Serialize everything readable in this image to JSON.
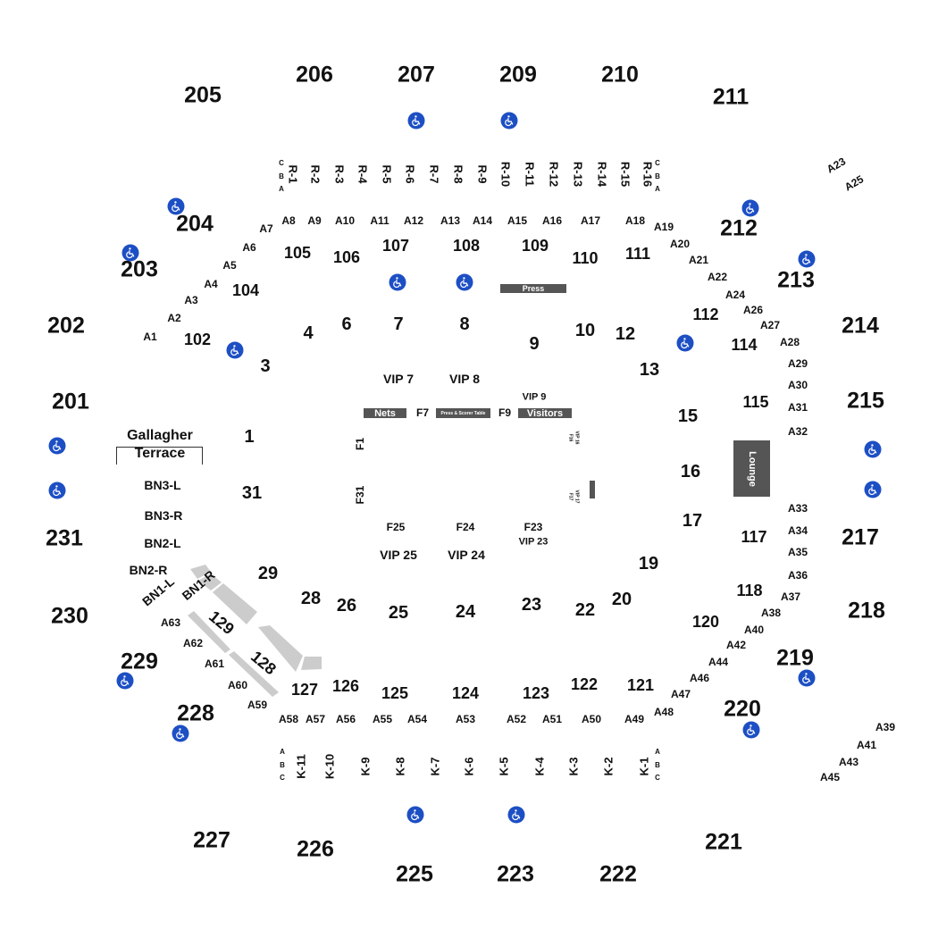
{
  "upper_sections": [
    "205",
    "206",
    "207",
    "209",
    "210",
    "211",
    "204",
    "212",
    "203",
    "213",
    "202",
    "214",
    "201",
    "215",
    "231",
    "217",
    "230",
    "218",
    "229",
    "219",
    "228",
    "220",
    "227",
    "226",
    "225",
    "223",
    "222",
    "221"
  ],
  "lower_sections": [
    "105",
    "106",
    "107",
    "108",
    "109",
    "110",
    "111",
    "104",
    "102",
    "112",
    "114",
    "115",
    "117",
    "118",
    "120",
    "121",
    "122",
    "123",
    "124",
    "125",
    "126",
    "127",
    "128",
    "129"
  ],
  "floor_sections": [
    "4",
    "6",
    "7",
    "8",
    "9",
    "10",
    "12",
    "13",
    "3",
    "1",
    "31",
    "15",
    "16",
    "17",
    "19",
    "20",
    "22",
    "23",
    "24",
    "25",
    "26",
    "28",
    "29"
  ],
  "vip_labels": [
    "VIP 7",
    "VIP 8",
    "VIP 25",
    "VIP 24",
    "F7",
    "F9",
    "F25",
    "F24",
    "F23",
    "F1",
    "F31"
  ],
  "vip_small": [
    "VIP 9",
    "VIP 23"
  ],
  "vip_tiny": [
    "VIP 16",
    "F16",
    "VIP 17",
    "F17"
  ],
  "bars": {
    "nets": "Nets",
    "scorer": "Press & Scorer Table",
    "visitors": "Visitors",
    "press": "Press",
    "lounge": "Lounge"
  },
  "terrace": {
    "line1": "Gallagher",
    "line2": "Terrace"
  },
  "bn_labels": [
    "BN3-L",
    "BN3-R",
    "BN2-L",
    "BN2-R",
    "BN1-L",
    "BN1-R"
  ],
  "aisles": [
    "A1",
    "A2",
    "A3",
    "A4",
    "A5",
    "A6",
    "A7",
    "A8",
    "A9",
    "A10",
    "A11",
    "A12",
    "A13",
    "A14",
    "A15",
    "A16",
    "A17",
    "A18",
    "A19",
    "A20",
    "A21",
    "A22",
    "A23",
    "A25",
    "A24",
    "A26",
    "A27",
    "A28",
    "A29",
    "A30",
    "A31",
    "A32",
    "A33",
    "A34",
    "A35",
    "A36",
    "A37",
    "A38",
    "A40",
    "A42",
    "A44",
    "A46",
    "A47",
    "A48",
    "A49",
    "A50",
    "A51",
    "A52",
    "A53",
    "A54",
    "A55",
    "A56",
    "A57",
    "A58",
    "A59",
    "A60",
    "A61",
    "A62",
    "A63",
    "A39",
    "A41",
    "A43",
    "A45"
  ],
  "r_rows": [
    "R-1",
    "R-2",
    "R-3",
    "R-4",
    "R-5",
    "R-6",
    "R-7",
    "R-8",
    "R-9",
    "R-10",
    "R-11",
    "R-12",
    "R-13",
    "R-14",
    "R-15",
    "R-16"
  ],
  "k_rows": [
    "K-11",
    "K-10",
    "K-9",
    "K-8",
    "K-7",
    "K-6",
    "K-5",
    "K-4",
    "K-3",
    "K-2",
    "K-1"
  ],
  "row_letters_top": [
    "C",
    "B",
    "A"
  ],
  "row_letters_bottom": [
    "A",
    "B",
    "C"
  ],
  "icons": {
    "accessible": "wheelchair-icon"
  },
  "colors": {
    "accessible": "#1d4fc4",
    "bar": "#555555",
    "seat_block": "#cccccc"
  }
}
